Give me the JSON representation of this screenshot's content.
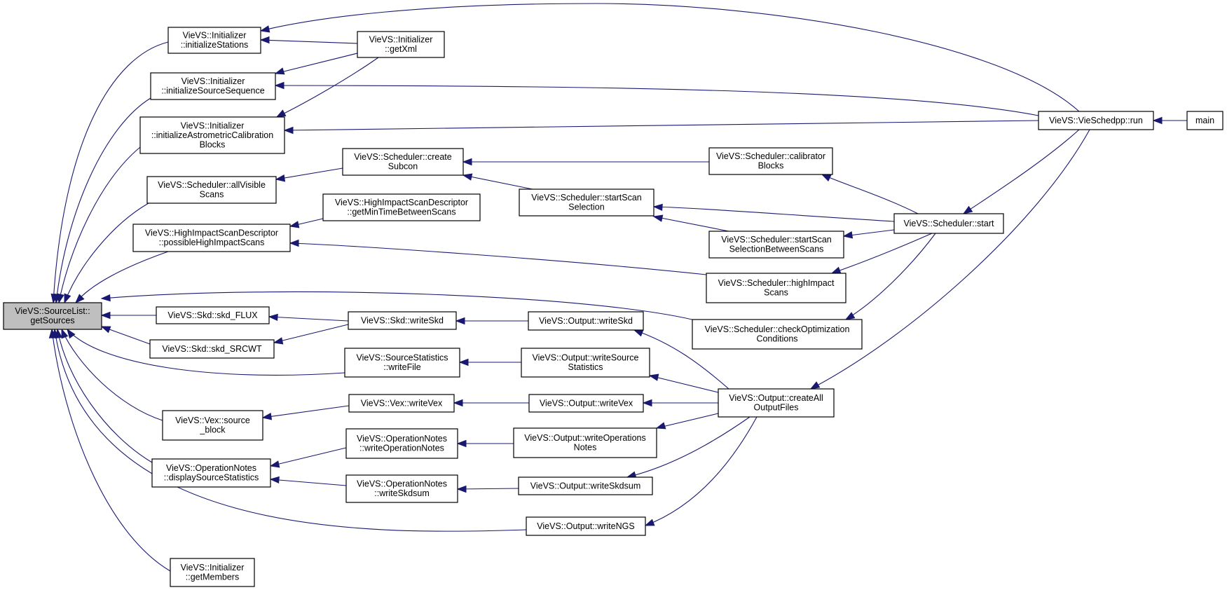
{
  "colors": {
    "edge": "#191970",
    "node_fill": "#ffffff",
    "root_fill": "#bfbfbf",
    "node_border": "#000000"
  },
  "nodes": [
    {
      "id": "getSources",
      "root": true,
      "lines": [
        "VieVS::SourceList::",
        "getSources"
      ]
    },
    {
      "id": "initializeStations",
      "lines": [
        "VieVS::Initializer",
        "::initializeStations"
      ]
    },
    {
      "id": "getXml",
      "lines": [
        "VieVS::Initializer",
        "::getXml"
      ]
    },
    {
      "id": "initializeSourceSequence",
      "lines": [
        "VieVS::Initializer",
        "::initializeSourceSequence"
      ]
    },
    {
      "id": "initializeAstrometricCalibrationBlocks",
      "lines": [
        "VieVS::Initializer",
        "::initializeAstrometricCalibration",
        "Blocks"
      ]
    },
    {
      "id": "allVisibleScans",
      "lines": [
        "VieVS::Scheduler::allVisible",
        "Scans"
      ]
    },
    {
      "id": "createSubcon",
      "lines": [
        "VieVS::Scheduler::create",
        "Subcon"
      ]
    },
    {
      "id": "calibratorBlocks",
      "lines": [
        "VieVS::Scheduler::calibrator",
        "Blocks"
      ]
    },
    {
      "id": "getMinTimeBetweenScans",
      "lines": [
        "VieVS::HighImpactScanDescriptor",
        "::getMinTimeBetweenScans"
      ]
    },
    {
      "id": "possibleHighImpactScans",
      "lines": [
        "VieVS::HighImpactScanDescriptor",
        "::possibleHighImpactScans"
      ]
    },
    {
      "id": "startScanSelection",
      "lines": [
        "VieVS::Scheduler::startScan",
        "Selection"
      ]
    },
    {
      "id": "startScanSelectionBetweenScans",
      "lines": [
        "VieVS::Scheduler::startScan",
        "SelectionBetweenScans"
      ]
    },
    {
      "id": "schedulerStart",
      "lines": [
        "VieVS::Scheduler::start"
      ]
    },
    {
      "id": "highImpactScans",
      "lines": [
        "VieVS::Scheduler::highImpact",
        "Scans"
      ]
    },
    {
      "id": "vieSchedppRun",
      "lines": [
        "VieVS::VieSchedpp::run"
      ]
    },
    {
      "id": "main",
      "lines": [
        "main"
      ]
    },
    {
      "id": "skdFlux",
      "lines": [
        "VieVS::Skd::skd_FLUX"
      ]
    },
    {
      "id": "skdSrcwt",
      "lines": [
        "VieVS::Skd::skd_SRCWT"
      ]
    },
    {
      "id": "skdWriteSkd",
      "lines": [
        "VieVS::Skd::writeSkd"
      ]
    },
    {
      "id": "outputWriteSkd",
      "lines": [
        "VieVS::Output::writeSkd"
      ]
    },
    {
      "id": "checkOptimizationConditions",
      "lines": [
        "VieVS::Scheduler::checkOptimization",
        "Conditions"
      ]
    },
    {
      "id": "sourceStatisticsWriteFile",
      "lines": [
        "VieVS::SourceStatistics",
        "::writeFile"
      ]
    },
    {
      "id": "outputWriteSourceStatistics",
      "lines": [
        "VieVS::Output::writeSource",
        "Statistics"
      ]
    },
    {
      "id": "createAllOutputFiles",
      "lines": [
        "VieVS::Output::createAll",
        "OutputFiles"
      ]
    },
    {
      "id": "vexSourceBlock",
      "lines": [
        "VieVS::Vex::source",
        "_block"
      ]
    },
    {
      "id": "vexWriteVex",
      "lines": [
        "VieVS::Vex::writeVex"
      ]
    },
    {
      "id": "outputWriteVex",
      "lines": [
        "VieVS::Output::writeVex"
      ]
    },
    {
      "id": "writeOperationNotes",
      "lines": [
        "VieVS::OperationNotes",
        "::writeOperationNotes"
      ]
    },
    {
      "id": "outputWriteOperationsNotes",
      "lines": [
        "VieVS::Output::writeOperations",
        "Notes"
      ]
    },
    {
      "id": "displaySourceStatistics",
      "lines": [
        "VieVS::OperationNotes",
        "::displaySourceStatistics"
      ]
    },
    {
      "id": "writeSkdsum",
      "lines": [
        "VieVS::OperationNotes",
        "::writeSkdsum"
      ]
    },
    {
      "id": "outputWriteSkdsum",
      "lines": [
        "VieVS::Output::writeSkdsum"
      ]
    },
    {
      "id": "outputWriteNGS",
      "lines": [
        "VieVS::Output::writeNGS"
      ]
    },
    {
      "id": "getMembers",
      "lines": [
        "VieVS::Initializer",
        "::getMembers"
      ]
    }
  ]
}
